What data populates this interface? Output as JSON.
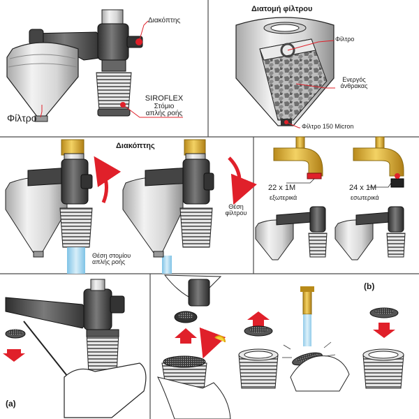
{
  "panels": {
    "overview": {
      "switch_label": "Διακόπτης",
      "filter_label": "Φίλτρο",
      "siroflex_title": "SIROFLEX",
      "siroflex_line2": "Στόμιο",
      "siroflex_line3": "απλής ροής"
    },
    "cross_section": {
      "title": "Διατομή φίλτρου",
      "filter_label": "Φίλτρο",
      "carbon_line1": "Ενεργός",
      "carbon_line2": "άνθρακας",
      "micron_label": "Φίλτρο 150 Micron"
    },
    "switch_positions": {
      "title": "Διακόπτης",
      "position_left_line1": "Θέση στομίου",
      "position_left_line2": "απλής ροής",
      "position_right_line1": "Θέση",
      "position_right_line2": "φίλτρου"
    },
    "threads": {
      "external_size": "22 x 1M",
      "external_label": "εξωτερικά",
      "internal_size": "24 x 1M",
      "internal_label": "εσωτερικά",
      "marker": "(b)"
    },
    "cleaning": {
      "marker": "(a)"
    }
  },
  "colors": {
    "accent_red": "#e0202a",
    "water_blue": "#a9d8ef",
    "brass": "#e3bb3e",
    "body_gray": "#d9d9d9",
    "dark_gray": "#4a4a4a",
    "divider": "#4a4a4a"
  }
}
